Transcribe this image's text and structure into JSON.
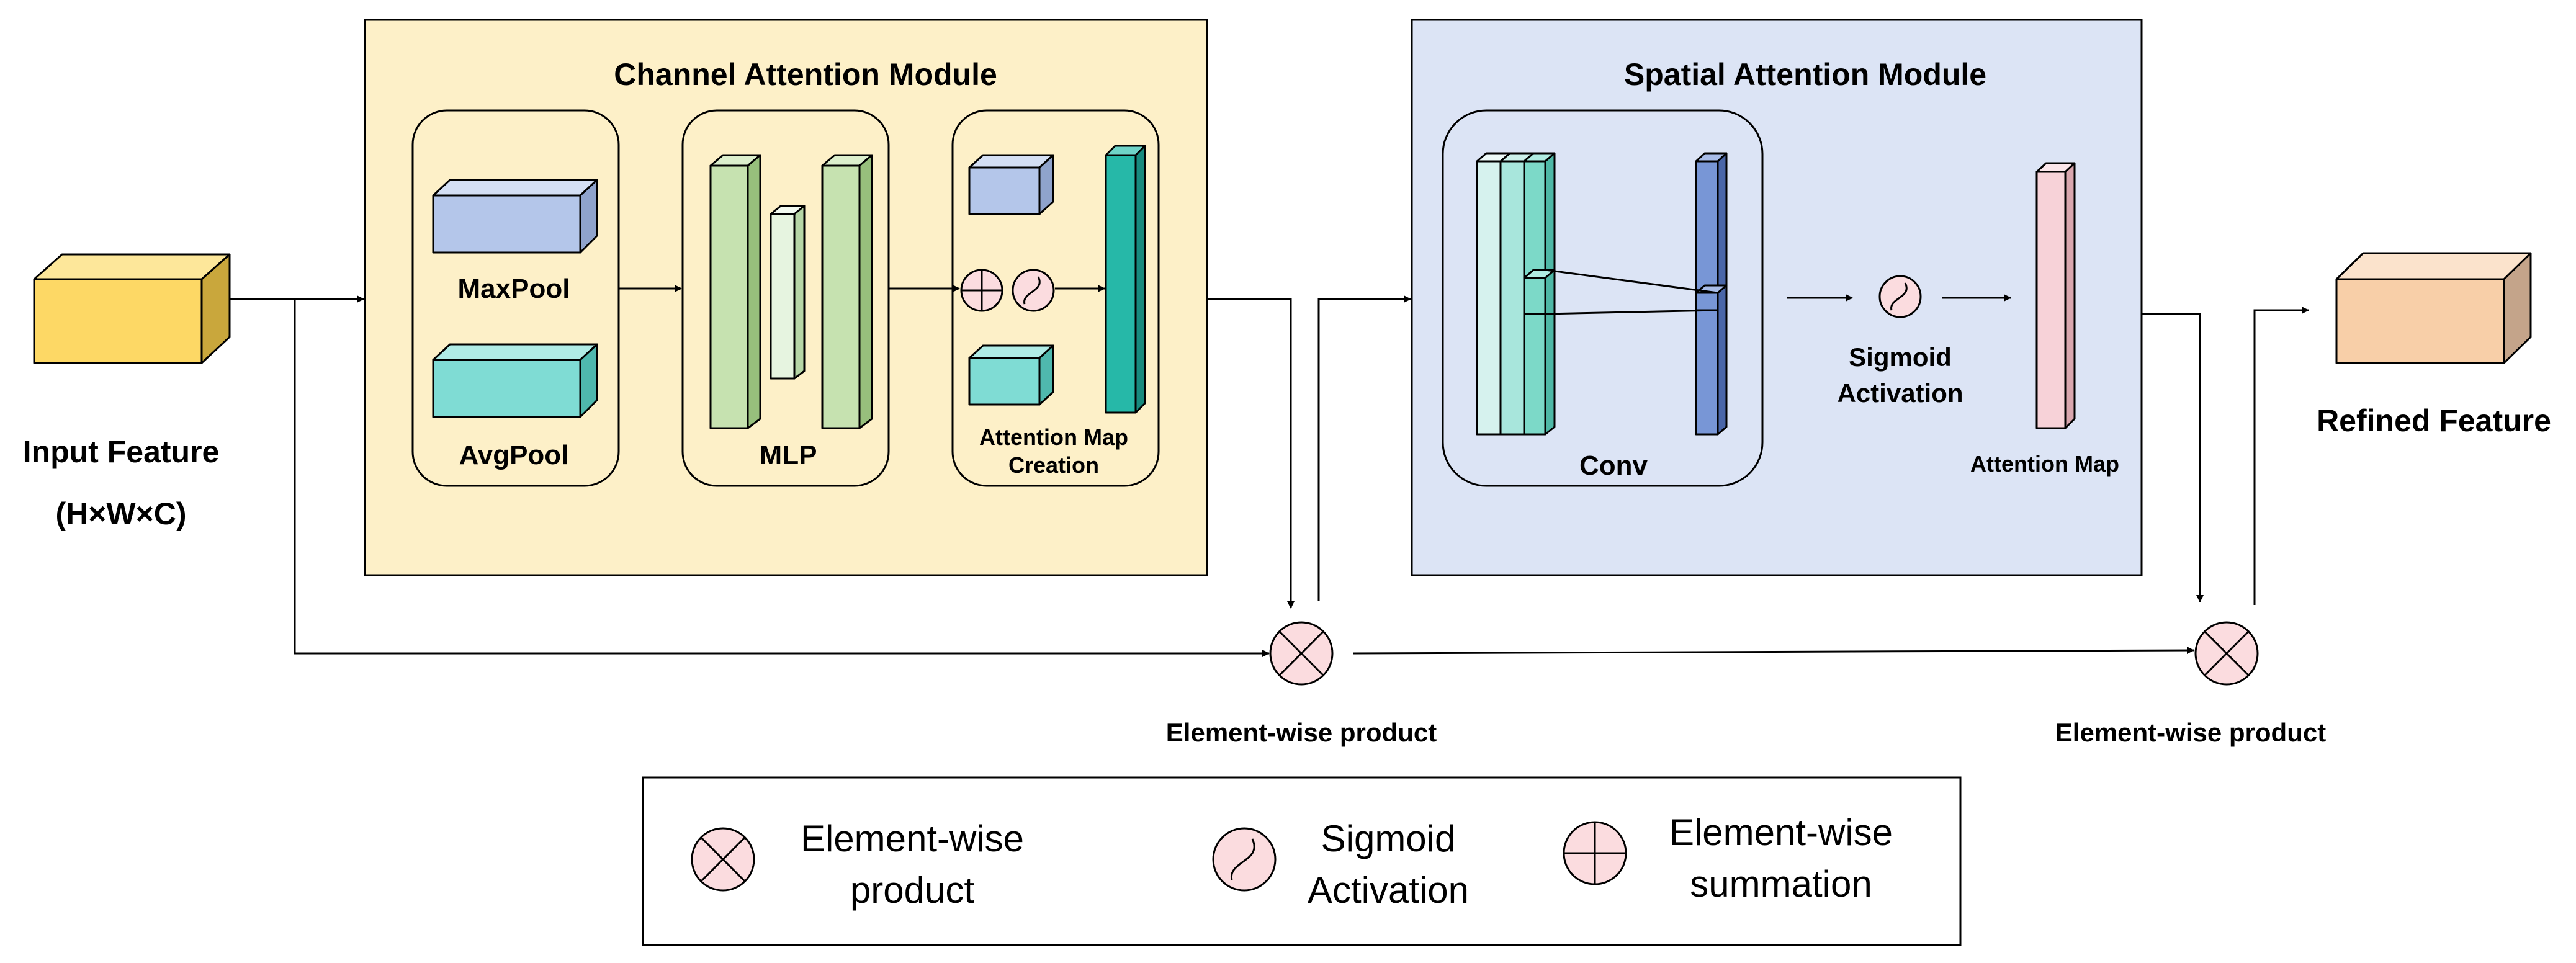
{
  "input": {
    "title": "Input Feature",
    "dims": "(H×W×C)"
  },
  "channel_module": {
    "title": "Channel Attention Module",
    "maxpool": "MaxPool",
    "avgpool": "AvgPool",
    "mlp": "MLP",
    "attn_map_line1": "Attention Map",
    "attn_map_line2": "Creation"
  },
  "spatial_module": {
    "title": "Spatial Attention Module",
    "conv": "Conv",
    "sigmoid_line1": "Sigmoid",
    "sigmoid_line2": "Activation",
    "attn_map": "Attention Map"
  },
  "products": {
    "first": "Element-wise product",
    "second": "Element-wise product"
  },
  "output": {
    "title": "Refined Feature"
  },
  "legend": {
    "product_line1": "Element-wise",
    "product_line2": "product",
    "sigmoid_line1": "Sigmoid",
    "sigmoid_line2": "Activation",
    "sum_line1": "Element-wise",
    "sum_line2": "summation"
  },
  "colors": {
    "channel_bg": "#fdf0c8",
    "spatial_bg": "#dce4f5",
    "input_cube": "#fdd865",
    "output_cube": "#f8cfa8",
    "maxpool": "#b4c6ea",
    "avgpool": "#7fdcd4",
    "mlp": "#c6e2b0",
    "attn_channel": "#26b8a8",
    "conv_light": "#d6f2ee",
    "conv_mid": "#a8e6dc",
    "conv_dark": "#7cd9c8",
    "conv_out": "#7896d6",
    "attn_spatial": "#f7d2d8",
    "operator": "#fbdcdf"
  }
}
